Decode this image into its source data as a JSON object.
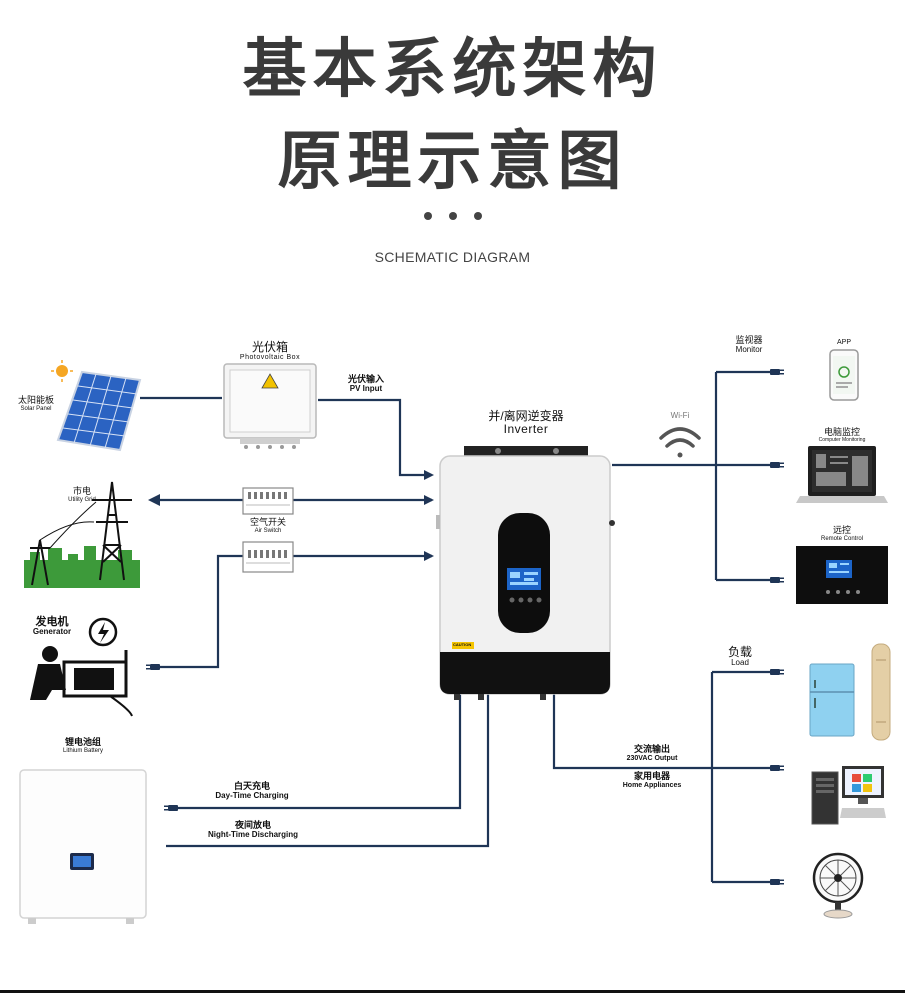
{
  "header": {
    "title_line1": "基本系统架构",
    "title_line2": "原理示意图",
    "subtitle": "SCHEMATIC DIAGRAM"
  },
  "nodes": {
    "solar": {
      "cn": "太阳能板",
      "en": "Solar Panel"
    },
    "pvbox": {
      "cn": "光伏箱",
      "en": "Photovoltaic Box"
    },
    "pvinput": {
      "cn": "光伏输入",
      "en": "PV Input"
    },
    "inverter": {
      "cn": "并/离网逆变器",
      "en": "Inverter",
      "caution": "CAUTION"
    },
    "grid": {
      "cn": "市电",
      "en": "Utility Grid"
    },
    "switch": {
      "cn": "空气开关",
      "en": "Air Switch"
    },
    "generator": {
      "cn": "发电机",
      "en": "Generator"
    },
    "battery": {
      "cn": "锂电池组",
      "en": "Lithium Battery"
    },
    "daycharge": {
      "cn": "白天充电",
      "en": "Day-Time Charging"
    },
    "nightdis": {
      "cn": "夜间放电",
      "en": "Night-Time Discharging"
    },
    "wifi": {
      "en": "Wi-Fi"
    },
    "monitor": {
      "cn": "监视器",
      "en": "Monitor"
    },
    "app": {
      "en": "APP"
    },
    "computer": {
      "cn": "电脑监控",
      "en": "Computer Monitoring"
    },
    "remote": {
      "cn": "远控",
      "en": "Remote Control"
    },
    "load": {
      "cn": "负载",
      "en": "Load"
    },
    "acout": {
      "cn": "交流输出",
      "en": "230VAC Output"
    },
    "home": {
      "cn": "家用电器",
      "en": "Home Appliances"
    }
  },
  "colors": {
    "wire": "#1f3556",
    "solar_blue": "#2b63c2",
    "green": "#3d9a3a"
  }
}
